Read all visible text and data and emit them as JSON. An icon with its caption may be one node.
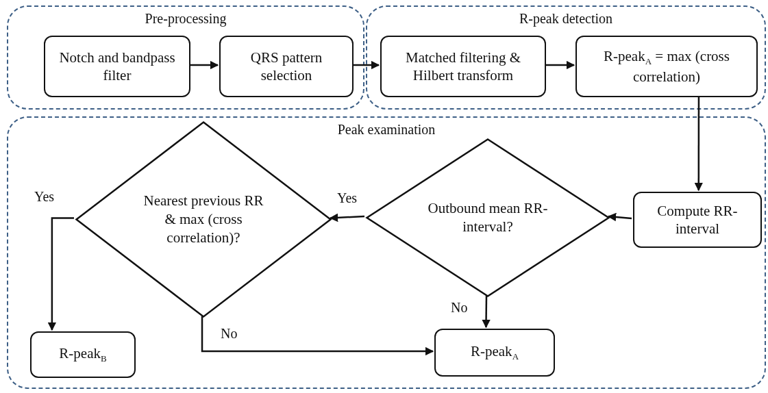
{
  "diagram": {
    "nodes": [
      {
        "text": [
          "Pre-processing"
        ]
      },
      {
        "text": [
          "Notch and bandpass filter"
        ],
        "in": 0
      },
      {
        "text": [
          "QRS pattern selection"
        ],
        "in": 0
      },
      {
        "text": [
          "R-peak detection"
        ]
      },
      {
        "text": [
          "Matched filtering & Hilbert transform"
        ],
        "in": 3
      },
      {
        "text": [
          "R-peak$_{A}$ = max (cross correlation)"
        ],
        "in": 3
      },
      {
        "text": [
          "Peak examination"
        ]
      },
      {
        "text": [
          "Compute RR-interval"
        ],
        "in": 6
      },
      {
        "text": [
          "Outbound mean RR-interval?"
        ],
        "in": 6
      },
      {
        "text": [
          "Nearest previous RR & max (cross correlation)?"
        ],
        "in": 6
      },
      {
        "text": [
          "R-peak$_{B}$"
        ],
        "in": 6
      },
      {
        "text": [
          "R-peak$_{A}$"
        ],
        "in": 6
      }
    ],
    "edges": [
      {
        "from": 1,
        "to": 2,
        "arrow": "to"
      },
      {
        "from": 2,
        "to": 4,
        "arrow": "to"
      },
      {
        "from": 4,
        "to": 5,
        "arrow": "to"
      },
      {
        "from": 5,
        "to": 7,
        "arrow": "to"
      },
      {
        "from": 7,
        "to": 8,
        "arrow": "to"
      },
      {
        "from": 8,
        "to": 9,
        "arrow": "to",
        "label": "Yes"
      },
      {
        "from": 9,
        "to": 10,
        "arrow": "to",
        "label": "Yes"
      },
      {
        "from": 8,
        "to": 11,
        "arrow": "to",
        "label": "No"
      },
      {
        "from": 9,
        "to": 11,
        "arrow": "to",
        "label": "No"
      }
    ]
  }
}
